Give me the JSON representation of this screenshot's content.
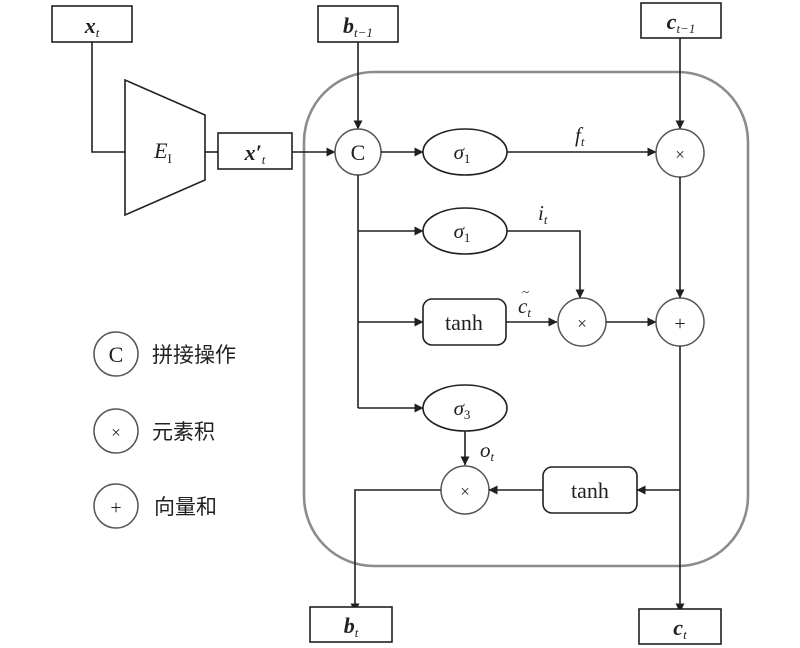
{
  "figure": {
    "description": "Modified LSTM cell with image encoder input",
    "inputs": {
      "x_t": {
        "base": "x",
        "sub": "t"
      },
      "b_prev": {
        "base": "b",
        "sub": "t−1"
      },
      "c_prev": {
        "base": "c",
        "sub": "t−1"
      }
    },
    "encoder": {
      "base": "E",
      "sub": "I"
    },
    "encoded_input": {
      "base": "x′",
      "sub": "t"
    },
    "outputs": {
      "b_t": {
        "base": "b",
        "sub": "t"
      },
      "c_t": {
        "base": "c",
        "sub": "t"
      }
    },
    "operators": {
      "concat": "C",
      "multiply": "×",
      "add": "+"
    },
    "gates": {
      "forget": {
        "base": "σ",
        "sub": "1"
      },
      "input": {
        "base": "σ",
        "sub": "1"
      },
      "candidate": "tanh",
      "output": {
        "base": "σ",
        "sub": "3"
      },
      "output_tanh": "tanh"
    },
    "signals": {
      "f_t": {
        "base": "f",
        "sub": "t"
      },
      "i_t": {
        "base": "i",
        "sub": "t"
      },
      "c_tilde": {
        "base": "c",
        "tilde": "~",
        "sub": "t"
      },
      "o_t": {
        "base": "o",
        "sub": "t"
      }
    },
    "legend": [
      {
        "symbol": "C",
        "label": "拼接操作"
      },
      {
        "symbol": "×",
        "label": "元素积"
      },
      {
        "symbol": "+",
        "label": "向量和"
      }
    ]
  }
}
